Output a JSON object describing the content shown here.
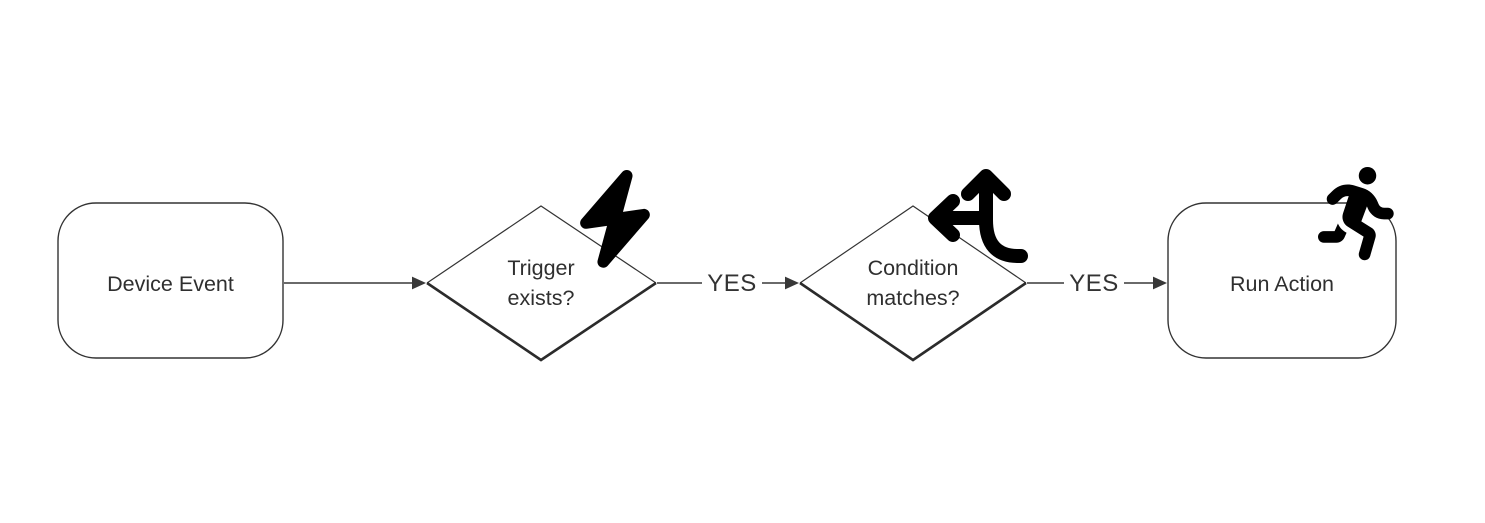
{
  "diagram": {
    "type": "flowchart",
    "direction": "left-to-right",
    "colors": {
      "background": "#ffffff",
      "line": "#333333",
      "text": "#2f2f2f",
      "icon": "#000000"
    },
    "nodes": [
      {
        "id": "device-event",
        "shape": "rounded-rectangle",
        "label": "Device Event",
        "lines": [
          "Device Event"
        ],
        "icon": ""
      },
      {
        "id": "trigger-exists",
        "shape": "diamond",
        "label": "Trigger exists?",
        "lines": [
          "Trigger",
          "exists?"
        ],
        "icon": "lightning-bolt"
      },
      {
        "id": "condition-matches",
        "shape": "diamond",
        "label": "Condition matches?",
        "lines": [
          "Condition",
          "matches?"
        ],
        "icon": "split-arrows-up-left"
      },
      {
        "id": "run-action",
        "shape": "rounded-rectangle",
        "label": "Run Action",
        "lines": [
          "Run Action"
        ],
        "icon": "running-person"
      }
    ],
    "edges": [
      {
        "from": "device-event",
        "to": "trigger-exists",
        "label": ""
      },
      {
        "from": "trigger-exists",
        "to": "condition-matches",
        "label": "YES"
      },
      {
        "from": "condition-matches",
        "to": "run-action",
        "label": "YES"
      }
    ]
  }
}
